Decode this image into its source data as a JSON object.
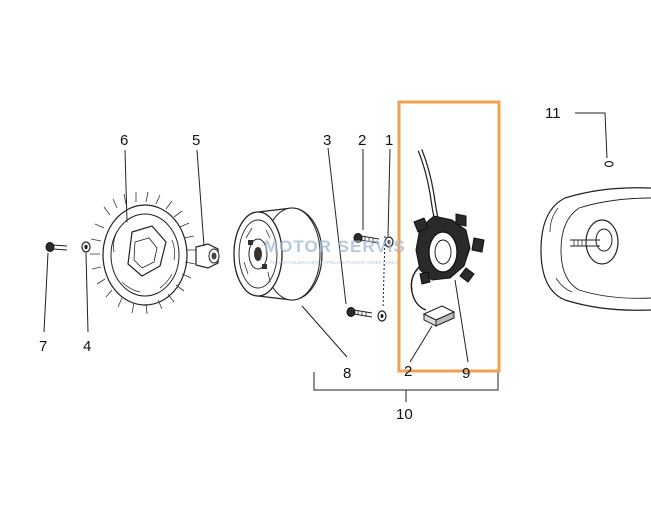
{
  "callouts": {
    "c1": "1",
    "c2": "2",
    "c2b": "2",
    "c3": "3",
    "c4": "4",
    "c5": "5",
    "c6": "6",
    "c7": "7",
    "c8": "8",
    "c9": "9",
    "c10": "10",
    "c11": "11"
  },
  "watermark": {
    "main": "MOTOR SERVIS",
    "sub": "PIAGGIO-GILERA-DERBI-APRILIA & PIAGGIO YEDEK PARÇA"
  },
  "colors": {
    "highlight": "#f0a050",
    "ink": "#222222",
    "watermark": "#9fb7cf"
  }
}
